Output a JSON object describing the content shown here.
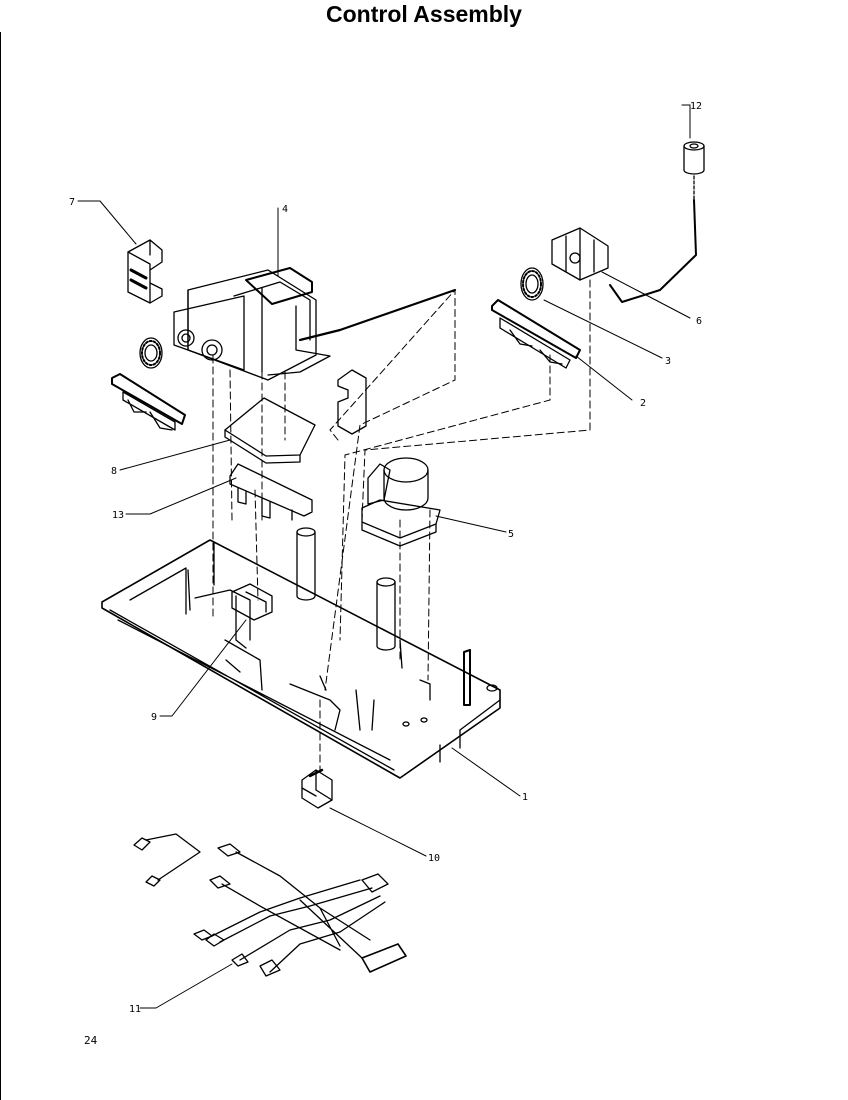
{
  "page": {
    "title": "Control Assembly",
    "page_number": "24"
  },
  "parts": [
    {
      "number": "1",
      "key": "control-housing"
    },
    {
      "number": "2",
      "key": "bracket-right"
    },
    {
      "number": "3",
      "key": "knob-seal-right"
    },
    {
      "number": "4",
      "key": "thermostat-control"
    },
    {
      "number": "5",
      "key": "damper-assembly"
    },
    {
      "number": "6",
      "key": "cold-control-thermostat"
    },
    {
      "number": "7",
      "key": "knob"
    },
    {
      "number": "8",
      "key": "insulation-pad"
    },
    {
      "number": "9",
      "key": "switch"
    },
    {
      "number": "10",
      "key": "rocker-switch"
    },
    {
      "number": "11",
      "key": "wire-harness"
    },
    {
      "number": "12",
      "key": "sensor-cap"
    },
    {
      "number": "13",
      "key": "bracket-mount"
    }
  ]
}
